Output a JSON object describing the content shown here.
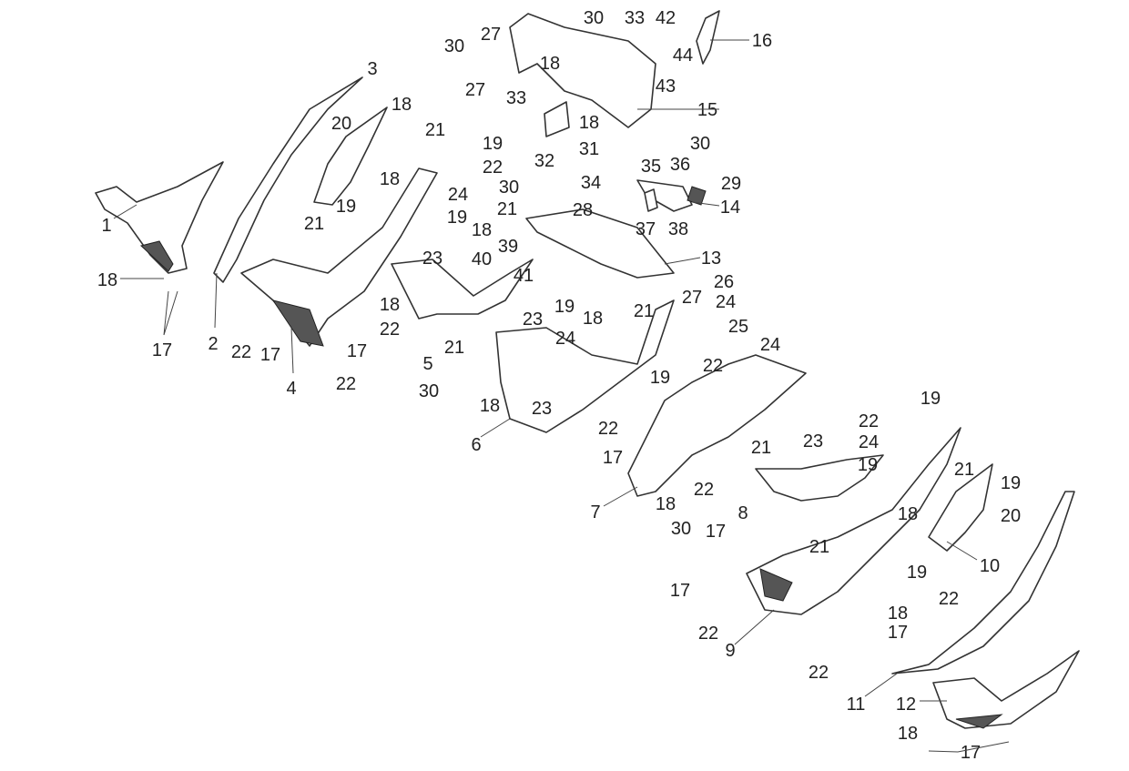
{
  "title": "Body panels exploded parts diagram",
  "labels": [
    "1",
    "18",
    "17",
    "2",
    "22",
    "17",
    "4",
    "22",
    "17",
    "22",
    "18",
    "3",
    "18",
    "20",
    "18",
    "19",
    "21",
    "21",
    "19",
    "22",
    "24",
    "19",
    "23",
    "5",
    "23",
    "21",
    "30",
    "18",
    "6",
    "23",
    "24",
    "22",
    "17",
    "19",
    "22",
    "24",
    "25",
    "24",
    "27",
    "26",
    "21",
    "18",
    "19",
    "41",
    "40",
    "39",
    "18",
    "21",
    "30",
    "28",
    "37",
    "13",
    "34",
    "35",
    "36",
    "29",
    "14",
    "38",
    "27",
    "30",
    "33",
    "42",
    "16",
    "44",
    "43",
    "30",
    "18",
    "27",
    "33",
    "15",
    "18",
    "31",
    "32",
    "30",
    "7",
    "18",
    "30",
    "22",
    "21",
    "8",
    "17",
    "17",
    "21",
    "23",
    "22",
    "24",
    "19",
    "19",
    "21",
    "19",
    "18",
    "20",
    "19",
    "10",
    "22",
    "18",
    "17",
    "22",
    "9",
    "22",
    "11",
    "12",
    "18",
    "17"
  ]
}
